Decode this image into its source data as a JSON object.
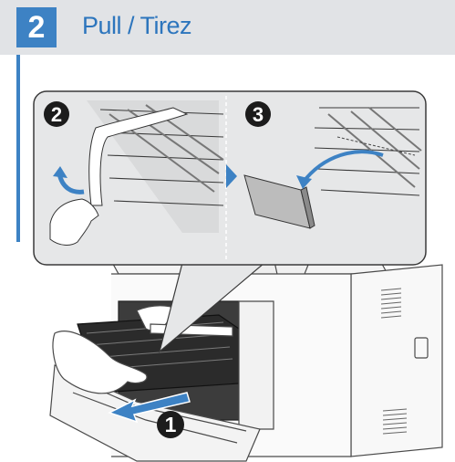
{
  "step": {
    "number": "2",
    "title": "Pull / Tirez"
  },
  "callouts": [
    {
      "label": "1"
    },
    {
      "label": "2"
    },
    {
      "label": "3"
    }
  ],
  "colors": {
    "header_bg": "#e1e3e6",
    "accent": "#3d82c4",
    "title_text": "#2c75bd",
    "panel_bg": "#e6e7e8"
  },
  "icons": [
    "arrow-icon",
    "curved-arrow-icon",
    "hand-icon"
  ]
}
